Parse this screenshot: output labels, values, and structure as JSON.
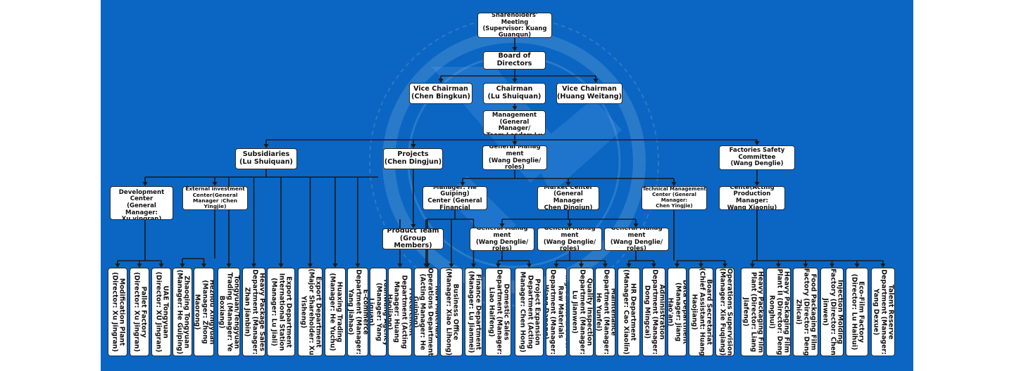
{
  "top": {
    "shareholders": "Shareholders’ Meeting\n(Supervisor: Kuang\nGuanqun)",
    "board": "Board of Directors",
    "vice_chairman_left": "Vice Chairman\n(Chen Bingkun)",
    "chairman": "Chairman\n(Lu Shuiquan)",
    "vice_chairman_right": "Vice Chairman\n(Huang Weitang)",
    "senior_management": "Senior Management\n(General Manager/\nTeam Leader: Lu"
  },
  "branches": {
    "subsidiaries": "Subsidiaries\n(Lu Shuiquan)",
    "projects": "Projects\n(Chen Dingjun)",
    "general_management": "General Manag ment\n(Wang Denglie/\nroles)",
    "factories_safety": "Factories Safety\nCommittee\n(Wang Denglie)"
  },
  "third_level": {
    "continuous_development": "Cont inuous\nDevelopment Center\n(General Manager:\nXu vingran)",
    "external_investment": "External investment\nCenter(General\nManager :Chen Yingjie)",
    "financial_center": "Manager: He Guiping)\nCenter (General\nFinancial",
    "market_center": "Market Center\n(General Manager\nChen Dingjun)",
    "technical_management": "Technical Management\nCenter (General Manager:\nChen Yingjie)",
    "production_center": "Cente(Acting\nProduction Manager:\nWang Xiaoniu)"
  },
  "fourth_level": {
    "product_team": "Product Team\n(Group Members)",
    "gm_a": "General Manag ment\n(Wang Denglie/\nroles)",
    "gm_b": "General Manag ment\n(Wang Denglie/\nroles)",
    "gm_c": "General Manag ment\n(Wang Denglie/\nroles)"
  },
  "departments": [
    "Modification Plant (Director: Xu Jingran)",
    "Pallet Factory (Director: Xu Jingran)",
    "UAE Tongyuan (Director: XU Jingran)",
    "Zhaoqing Tongyuan (Manager: He Guiping)",
    "Hezhou Xingyuan (Manager: Zhong Maorong)",
    "Tongyuan/Tengyuan Trading (Manager: Ye Boxiang)",
    "Heavy Package Sales Department (Manager: Zhan Jianbin)",
    "Export Department International Station (Manager: Lu Jiali)",
    "Export Department (Major Shareholder: Xu Yisheng)",
    "Huaxing Trading (Manager: He Yuchu)",
    "E-commerce Department (Manager: Yang Jiahao)",
    "Yuanwang Agency (Manager: Yang Liquan)",
    "Procurement Department (Acting Manager: Huang Haojiang)",
    "Raw Materials Operations Department (Acting Manager: He Guiping)",
    "Business Office (Manager: Xiao Lihong)",
    "Finance Department (Manager: Lu Jianmei)",
    "Domestic Sales Department (Manager: Liao Haifeng)",
    "Project Expansion Department (Acting Manager: Chen Hong)",
    "Ingredients & Order Raw Materials Department (Manager: Wang Dapeng)",
    "Quality Inspection Department (Manager: Lu Jianwen)",
    "Maintenance Department (Manager: He Yunfei)",
    "HR Department (Manager: Cao Xiaolin)",
    "Administration Department (Manager: Dong Mingcai)",
    "Data Department (Manager: Jiang Hao'an)",
    "Board Secretariat (Chief Assistant: Huang Haojiang)",
    "Operations Supervision (Manager: Xie Fuqiang)",
    "Heavy Packaging Film Plant (Director: Liang Jiafeng)",
    "Heavy Packaging Film Plant II (Director: Deng Ronghui)",
    "Food Packaging Film Factory (Director: Deng Zhicai)",
    "Injection Molding Factory (Director: Chen Jinwen)",
    "Eco-Film Factory (Director: Lu Haihui)",
    "Talent Reserve Department (Manager: Yang Dexue)"
  ],
  "colors": {
    "background": "#0a66c2",
    "box": "#ffffff",
    "line": "#1a1a1a"
  }
}
